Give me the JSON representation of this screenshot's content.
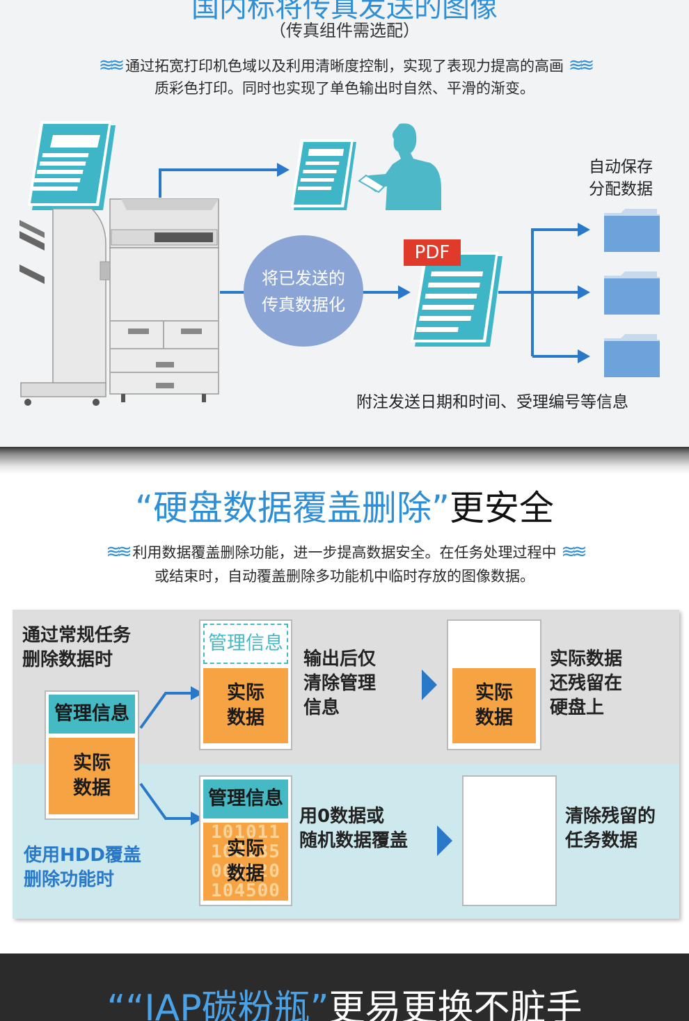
{
  "section1": {
    "heading": "国内标将传真发送的图像",
    "subtitle": "（传真组件需选配）",
    "desc_line1": "通过拓宽打印机色域以及利用清晰度控制，实现了表现力提高的高画",
    "desc_line2": "质彩色打印。同时也实现了单色输出时自然、平滑的渐变。",
    "circle_line1": "将已发送的",
    "circle_line2": "传真数据化",
    "pdf_badge": "PDF",
    "save_line1": "自动保存",
    "save_line2": "分配数据",
    "note": "附注发送日期和时间、受理编号等信息",
    "colors": {
      "accent": "#2e8fd6",
      "doc": "#3fb6c8",
      "circle": "#8aa4d6",
      "arrow": "#2a79c9",
      "folder": "#6ba3da",
      "pdf": "#e03a2a"
    }
  },
  "section2": {
    "title_quoted": "“硬盘数据覆盖删除”",
    "title_rest": "更安全",
    "desc_line1": "利用数据覆盖删除功能，进一步提高数据安全。在任务处理过程中",
    "desc_line2": "或结束时，自动覆盖删除多功能机中临时存放的图像数据。",
    "top_left_line1": "通过常规任务",
    "top_left_line2": "删除数据时",
    "bottom_left_line1": "使用HDD覆盖",
    "bottom_left_line2": "删除功能时",
    "mgmt_label": "管理信息",
    "actual_line1": "实际",
    "actual_line2": "数据",
    "top_mid_line1": "输出后仅",
    "top_mid_line2": "清除管理",
    "top_mid_line3": "信息",
    "top_right_line1": "实际数据",
    "top_right_line2": "还残留在",
    "top_right_line3": "硬盘上",
    "bot_mid_line1": "用0数据或",
    "bot_mid_line2": "随机数据覆盖",
    "bot_right_line1": "清除残留的",
    "bot_right_line2": "任务数据",
    "binary_lines": [
      "101011",
      "100135",
      "002120",
      "104500"
    ],
    "colors": {
      "mgmt": "#45b9c4",
      "actual": "#f6a443",
      "panel_top": "#dedede",
      "panel_bottom": "#cde9ed"
    }
  },
  "section3": {
    "title_quoted": "““IAP碳粉瓶”",
    "title_rest": "更易更换不脏手"
  }
}
